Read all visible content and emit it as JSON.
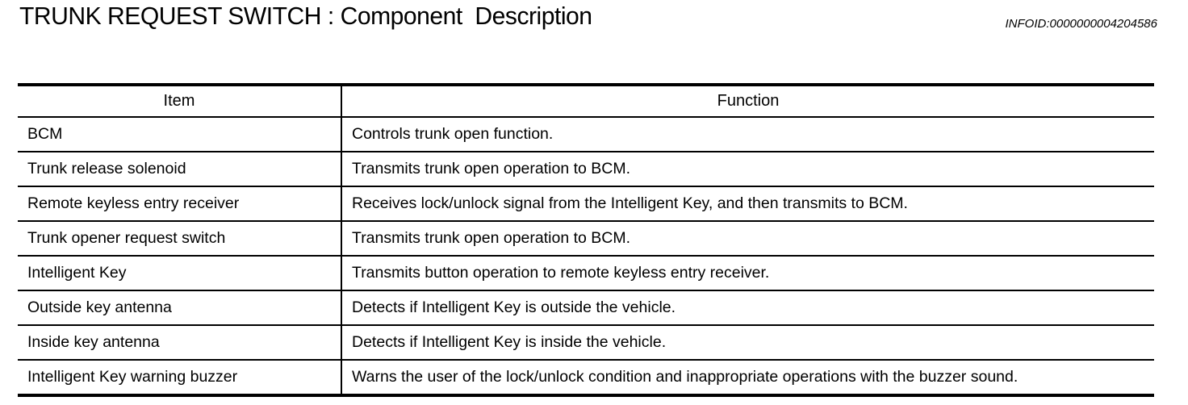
{
  "page": {
    "title": "TRUNK REQUEST SWITCH : Component  Description",
    "infoid": "INFOID:0000000004204586"
  },
  "table": {
    "columns": [
      "Item",
      "Function"
    ],
    "rows": [
      {
        "item": "BCM",
        "function": "Controls trunk open function."
      },
      {
        "item": "Trunk release solenoid",
        "function": "Transmits trunk open operation to BCM."
      },
      {
        "item": "Remote keyless entry receiver",
        "function": "Receives lock/unlock signal from the Intelligent Key, and then transmits to BCM."
      },
      {
        "item": "Trunk opener request switch",
        "function": "Transmits trunk open operation to BCM."
      },
      {
        "item": "Intelligent Key",
        "function": "Transmits button operation to remote keyless entry receiver."
      },
      {
        "item": "Outside key antenna",
        "function": "Detects if Intelligent Key is outside the vehicle."
      },
      {
        "item": "Inside key antenna",
        "function": "Detects if Intelligent Key is inside the vehicle."
      },
      {
        "item": "Intelligent Key warning buzzer",
        "function": "Warns the user of the lock/unlock condition and inappropriate operations with the buzzer sound."
      }
    ]
  }
}
